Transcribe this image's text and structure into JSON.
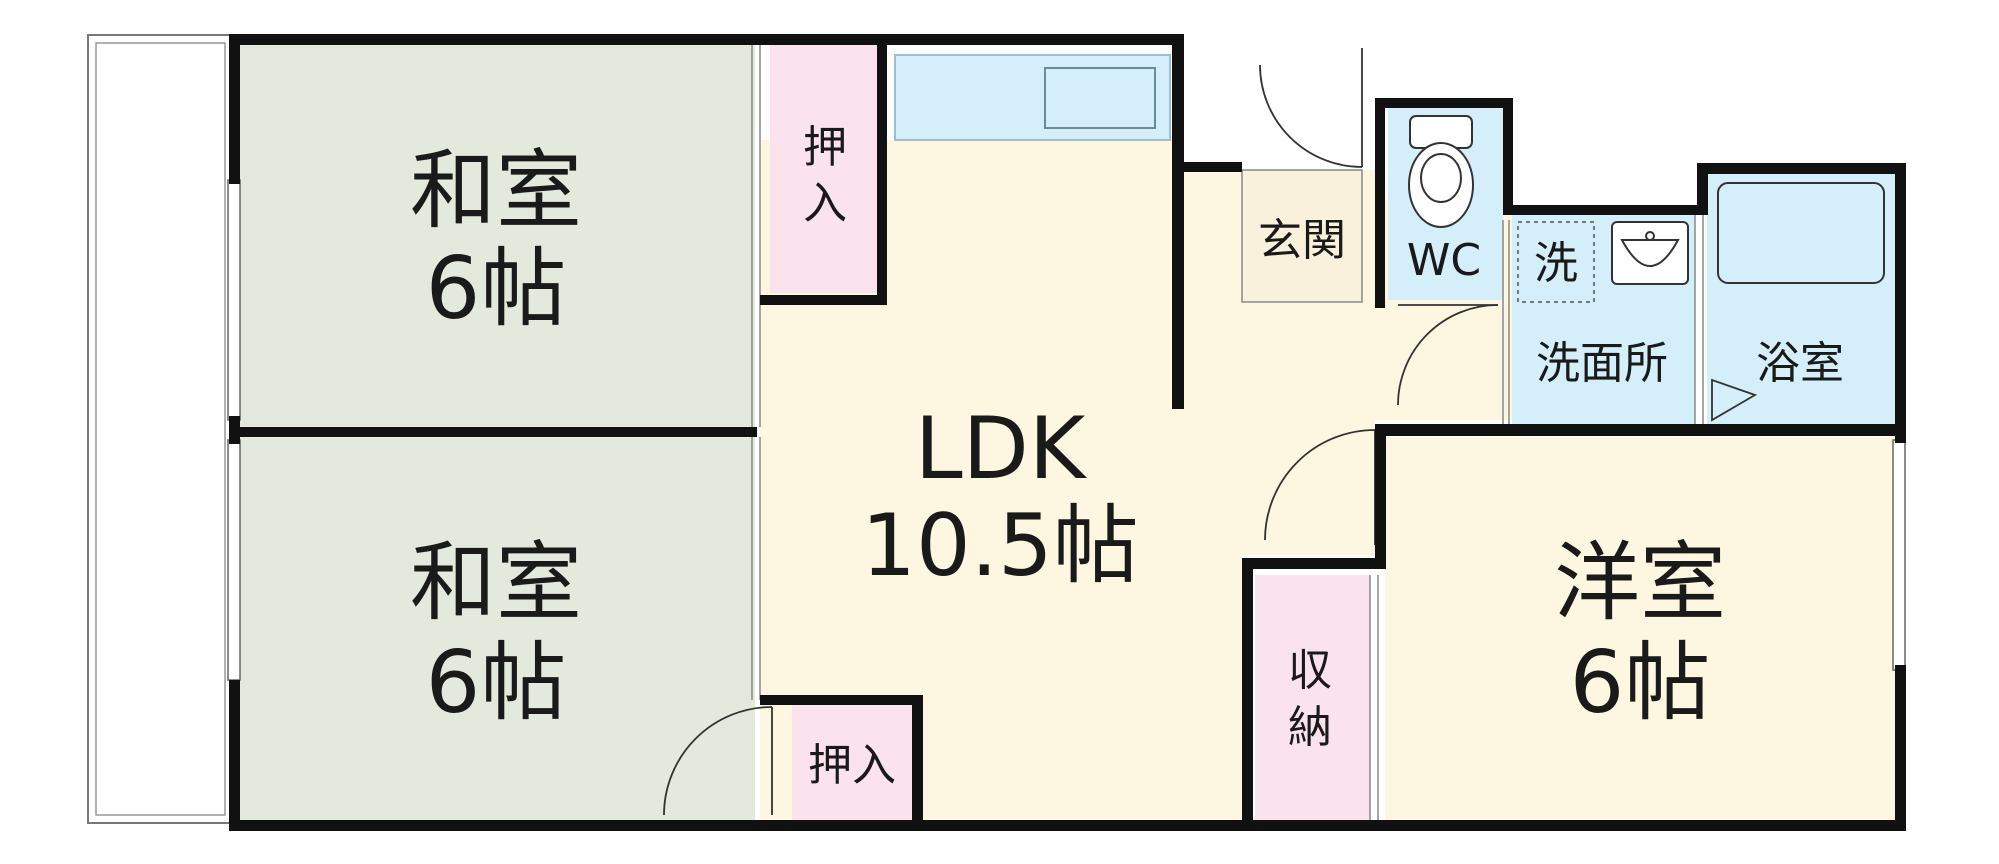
{
  "rooms": {
    "washitsu_top": {
      "name": "和室",
      "size": "6帖"
    },
    "washitsu_bottom": {
      "name": "和室",
      "size": "6帖"
    },
    "ldk": {
      "name": "LDK",
      "size": "10.5帖"
    },
    "yoshitsu": {
      "name": "洋室",
      "size": "6帖"
    },
    "oshiire_top": {
      "line1": "押",
      "line2": "入"
    },
    "oshiire_bottom": {
      "label": "押入"
    },
    "shuno": {
      "line1": "収",
      "line2": "納"
    },
    "genkan": {
      "label": "玄関"
    },
    "wc": {
      "label": "WC"
    },
    "washer": {
      "label": "洗"
    },
    "senmenjo": {
      "label": "洗面所"
    },
    "yokushitsu": {
      "label": "浴室"
    }
  },
  "colors": {
    "washitsu": "#e3e9dc",
    "ldk": "#fdf6e0",
    "oshiire": "#fbe3ee",
    "water": "#d4effa",
    "wall": "#111111"
  }
}
